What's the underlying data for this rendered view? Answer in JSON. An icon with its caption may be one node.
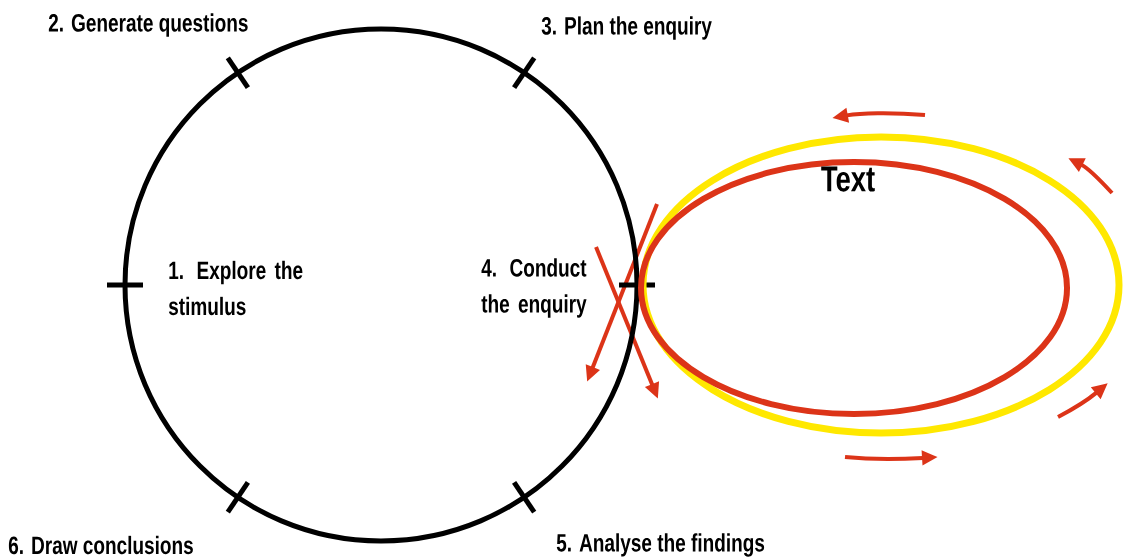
{
  "diagram": {
    "nodes": [
      {
        "text": [],
        "shape": "circle"
      },
      {
        "text": [
          "Text"
        ]
      }
    ],
    "labels": [
      "2. Generate questions",
      "3. Plan the enquiry",
      "1. Explore the stimulus",
      "4. Conduct the enquiry",
      "6. Draw conclusions",
      "5. Analyse the findings"
    ]
  }
}
